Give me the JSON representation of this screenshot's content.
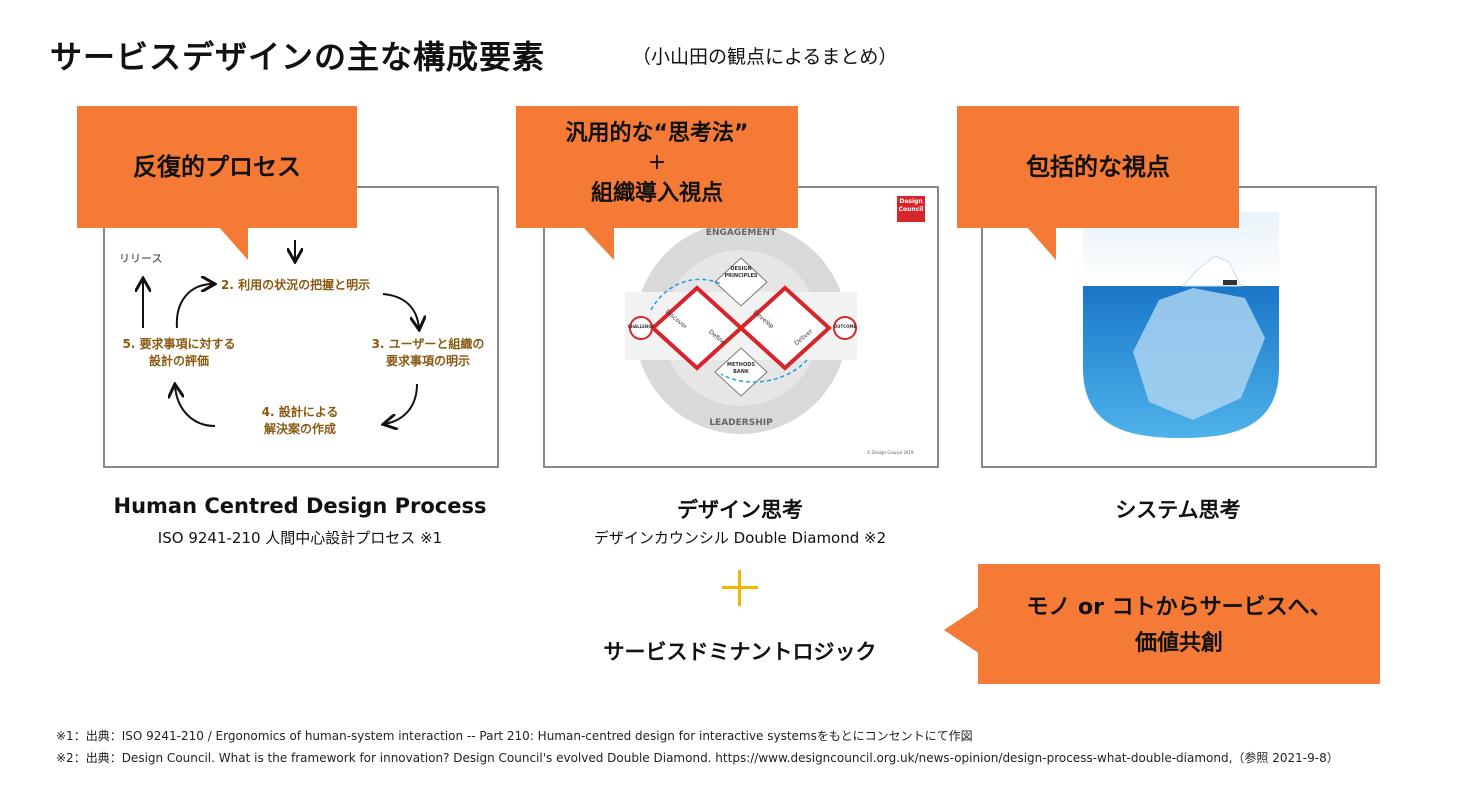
{
  "header": {
    "title": "サービスデザインの主な構成要素",
    "subtitle": "（小山田の観点によるまとめ）"
  },
  "panels": [
    {
      "callout": "反復的プロセス",
      "title": "Human Centred Design Process",
      "subtitle": "ISO 9241-210 人間中心設計プロセス ※1",
      "diagram": {
        "release": "リリース",
        "step2": "2. 利用の状況の把握と明示",
        "step3_line1": "3. ユーザーと組織の",
        "step3_line2": "要求事項の明示",
        "step4_line1": "4. 設計による",
        "step4_line2": "解決案の作成",
        "step5_line1": "5. 要求事項に対する",
        "step5_line2": "設計の評価"
      }
    },
    {
      "callout_line1": "汎用的な“思考法”",
      "callout_line2": "+",
      "callout_line3": "組織導入視点",
      "title": "デザイン思考",
      "subtitle": "デザインカウンシル Double Diamond ※2",
      "diagram": {
        "engagement": "ENGAGEMENT",
        "leadership": "LEADERSHIP",
        "challenge": "CHALLENGE",
        "outcome": "OUTCOME",
        "principles_line1": "DESIGN",
        "principles_line2": "PRINCIPLES",
        "methods_line1": "METHODS",
        "methods_line2": "BANK",
        "discover": "Discover",
        "define": "Define",
        "develop": "Develop",
        "deliver": "Deliver",
        "logo_line1": "Design",
        "logo_line2": "Council",
        "copyright": "© Design Council 2019"
      }
    },
    {
      "callout": "包括的な視点",
      "title": "システム思考"
    }
  ],
  "bottom": {
    "sdl_label": "サービスドミナントロジック",
    "callout_line1": "モノ or コトからサービスへ、",
    "callout_line2": "価値共創"
  },
  "footnotes": [
    "※1：出典：ISO 9241-210 / Ergonomics of human-system interaction -- Part 210: Human-centred design for interactive systemsをもとにコンセントにて作図",
    "※2：出典：Design Council. What is the framework for innovation? Design Council's evolved Double Diamond. https://www.designcouncil.org.uk/news-opinion/design-process-what-double-diamond,（参照 2021-9-8）"
  ],
  "colors": {
    "callout": "#f47a36",
    "plus": "#f5b400",
    "hcd_text": "#8a5a14",
    "dd_red": "#d6252b",
    "ocean": "#1a8fd6"
  }
}
